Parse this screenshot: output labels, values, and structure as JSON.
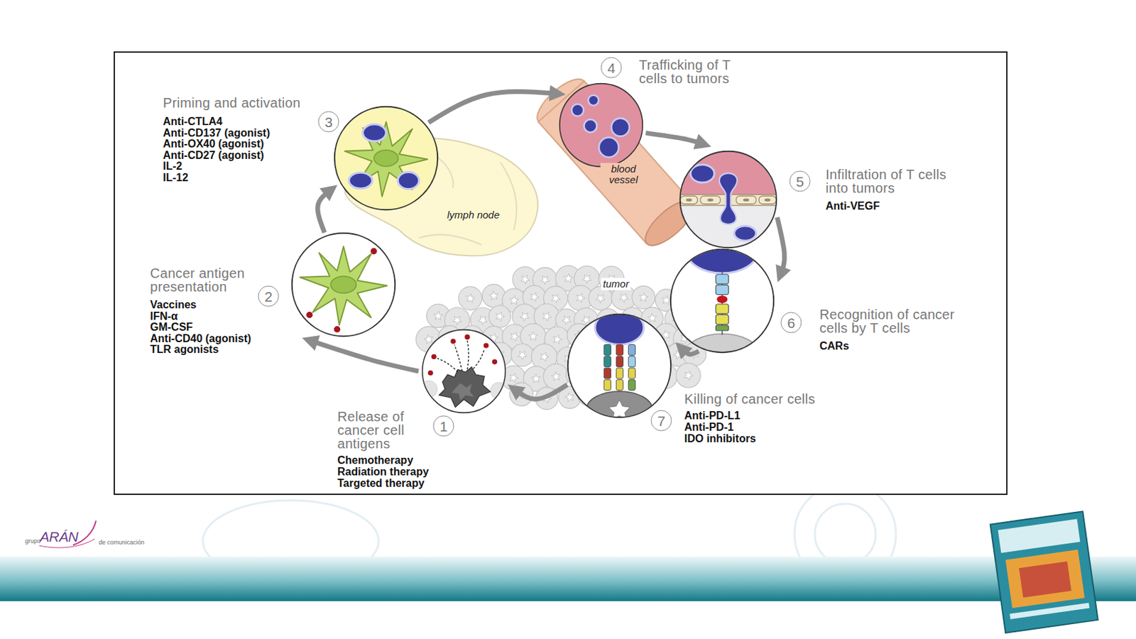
{
  "diagram": {
    "nodes": [
      {
        "text": [
          "1",
          "Release of cancer cell antigens",
          "Chemotherapy",
          "Radiation therapy",
          "Targeted therapy"
        ]
      },
      {
        "text": [
          "2",
          "Cancer antigen presentation",
          "Vaccines",
          "IFN-α",
          "GM-CSF",
          "Anti-CD40 (agonist)",
          "TLR agonists"
        ]
      },
      {
        "text": [
          "3",
          "Priming and activation",
          "Anti-CTLA4",
          "Anti-CD137 (agonist)",
          "Anti-OX40 (agonist)",
          "Anti-CD27 (agonist)",
          "IL-2",
          "IL-12"
        ]
      },
      {
        "text": [
          "4",
          "Trafficking of T cells to tumors"
        ]
      },
      {
        "text": [
          "5",
          "Infiltration of T cells into tumors",
          "Anti-VEGF"
        ]
      },
      {
        "text": [
          "6",
          "Recognition of cancer cells by T cells",
          "CARs"
        ]
      },
      {
        "text": [
          "7",
          "Killing of cancer cells",
          "Anti-PD-L1",
          "Anti-PD-1",
          "IDO inhibitors"
        ]
      }
    ],
    "edges": [
      {
        "from": 0,
        "to": 1,
        "arrow": "to"
      },
      {
        "from": 1,
        "to": 2,
        "arrow": "to"
      },
      {
        "from": 2,
        "to": 3,
        "arrow": "to"
      },
      {
        "from": 3,
        "to": 4,
        "arrow": "to"
      },
      {
        "from": 4,
        "to": 5,
        "arrow": "to"
      },
      {
        "from": 5,
        "to": 6,
        "arrow": "to"
      },
      {
        "from": 6,
        "to": 0,
        "arrow": "to"
      }
    ],
    "labels": [
      "lymph node",
      "blood vessel",
      "tumor",
      "grupo",
      "ARÁN",
      "de comunicación"
    ]
  }
}
